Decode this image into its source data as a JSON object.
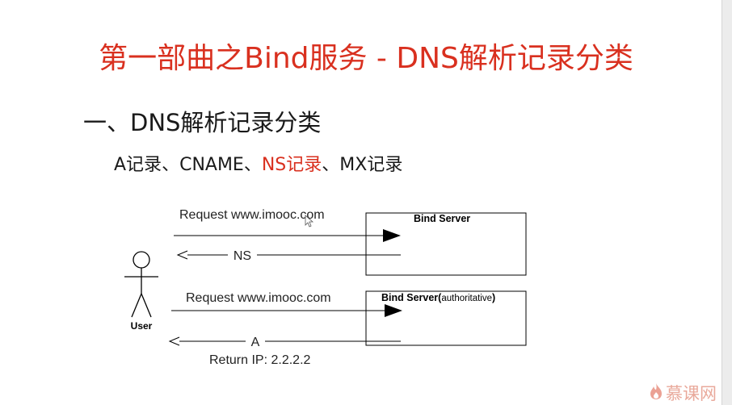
{
  "slide": {
    "title": "第一部曲之Bind服务 - DNS解析记录分类",
    "heading": "一、DNS解析记录分类",
    "records": {
      "a": "A记录",
      "sep1": "、",
      "cname": "CNAME",
      "sep2": "、",
      "ns": "NS记录",
      "sep3": "、",
      "mx": "MX记录"
    }
  },
  "diagram": {
    "user_label": "User",
    "top": {
      "request_label": "Request www.imooc.com",
      "server_label": "Bind Server",
      "response_label": "NS"
    },
    "bottom": {
      "request_label": "Request www.imooc.com",
      "server_bold": "Bind Server(",
      "server_normal": "authoritative",
      "server_close": ")",
      "response_label": "A",
      "return_label": "Return IP: 2.2.2.2"
    }
  },
  "watermark": {
    "text": "慕课网"
  },
  "colors": {
    "accent": "#d9301f",
    "text": "#1a1a1a",
    "line": "#000000",
    "watermark": "#e9a99b"
  }
}
